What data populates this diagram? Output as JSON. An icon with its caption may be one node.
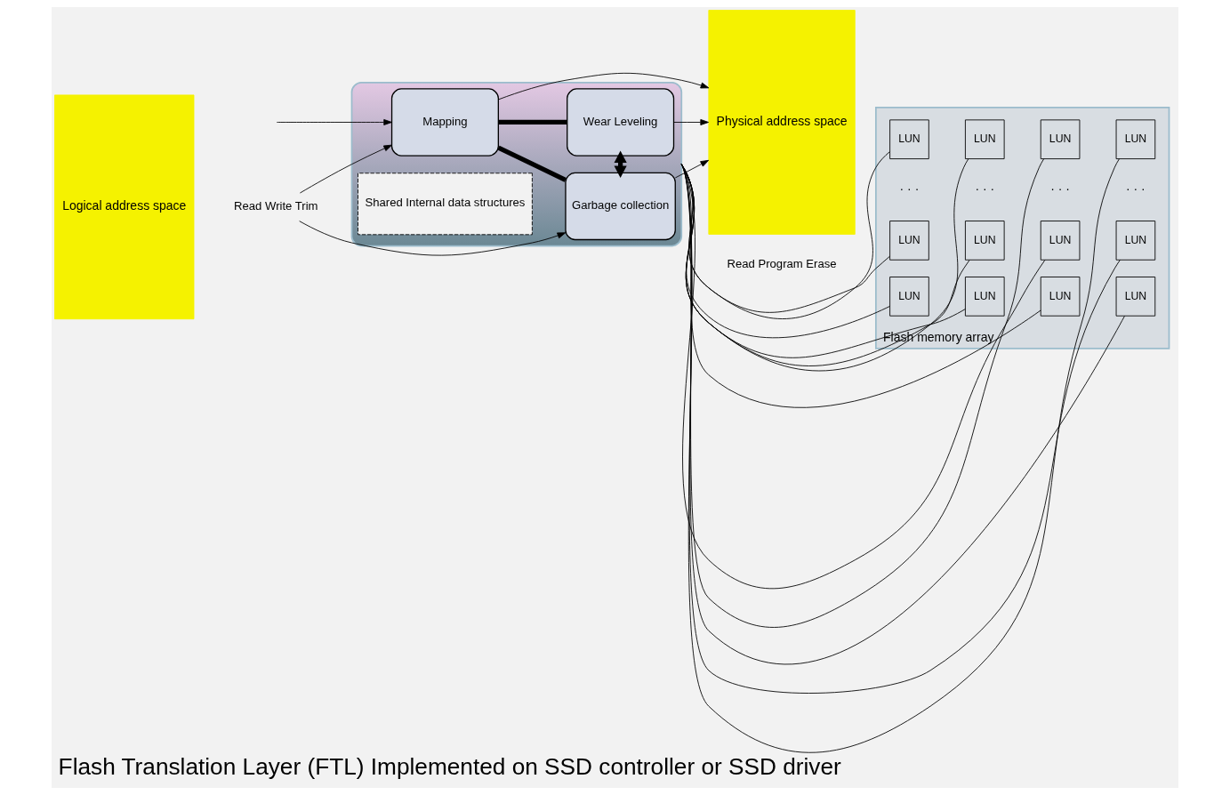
{
  "diagram": {
    "caption": "Flash Translation Layer (FTL) Implemented on SSD controller or SSD driver",
    "nodes": [
      {
        "text": [
          "Logical address space"
        ]
      },
      {
        "text": [
          "Read Write Trim"
        ]
      },
      {
        "text": [],
        "shape": "box"
      },
      {
        "text": [
          "Mapping"
        ],
        "in": 2
      },
      {
        "text": [
          "Shared Internal data structures"
        ],
        "in": 2
      },
      {
        "text": [
          "Garbage collection"
        ],
        "in": 2
      },
      {
        "text": [
          "Wear Leveling"
        ],
        "in": 2
      },
      {
        "text": [
          "Physical address space"
        ]
      },
      {
        "text": [
          "Read Program Erase"
        ]
      },
      {
        "text": [
          "Flash memory array"
        ]
      },
      {
        "text": [
          "LUN"
        ],
        "in": 9
      },
      {
        "text": [
          "LUN"
        ],
        "in": 9
      },
      {
        "text": [
          "LUN"
        ],
        "in": 9
      },
      {
        "text": [
          "LUN"
        ],
        "in": 9
      },
      {
        "text": [
          "LUN"
        ],
        "in": 9
      },
      {
        "text": [
          "LUN"
        ],
        "in": 9
      },
      {
        "text": [
          "LUN"
        ],
        "in": 9
      },
      {
        "text": [
          "LUN"
        ],
        "in": 9
      },
      {
        "text": [
          "LUN"
        ],
        "in": 9
      },
      {
        "text": [
          "LUN"
        ],
        "in": 9
      },
      {
        "text": [
          "LUN"
        ],
        "in": 9
      },
      {
        "text": [
          "LUN"
        ],
        "in": 9
      }
    ],
    "edges": [
      {
        "from": null,
        "to": 3,
        "arrow": "to"
      },
      {
        "from": 1,
        "to": 3,
        "arrow": "to"
      },
      {
        "from": 1,
        "to": 5,
        "arrow": "to"
      },
      {
        "from": 3,
        "to": 7,
        "arrow": "to"
      },
      {
        "from": 6,
        "to": 7,
        "arrow": "to"
      },
      {
        "from": 5,
        "to": 7,
        "arrow": "to"
      },
      {
        "from": 3,
        "to": 5,
        "arrow": "none",
        "style": "thick"
      },
      {
        "from": 3,
        "to": 6,
        "arrow": "none",
        "style": "thick"
      },
      {
        "from": 5,
        "to": 6,
        "arrow": "both",
        "style": "thick"
      },
      {
        "from": 2,
        "to": 10,
        "arrow": "none"
      },
      {
        "from": 2,
        "to": 14,
        "arrow": "none"
      },
      {
        "from": 2,
        "to": 18,
        "arrow": "none"
      },
      {
        "from": 2,
        "to": 11,
        "arrow": "none"
      },
      {
        "from": 2,
        "to": 15,
        "arrow": "none"
      },
      {
        "from": 2,
        "to": 19,
        "arrow": "none"
      },
      {
        "from": 2,
        "to": 12,
        "arrow": "none"
      },
      {
        "from": 2,
        "to": 16,
        "arrow": "none"
      },
      {
        "from": 2,
        "to": 20,
        "arrow": "none"
      },
      {
        "from": 2,
        "to": 13,
        "arrow": "none"
      },
      {
        "from": 2,
        "to": 17,
        "arrow": "none"
      },
      {
        "from": 2,
        "to": 21,
        "arrow": "none"
      }
    ],
    "labels": [
      "· · ·",
      "· · ·",
      "· · ·",
      "· · ·"
    ]
  }
}
